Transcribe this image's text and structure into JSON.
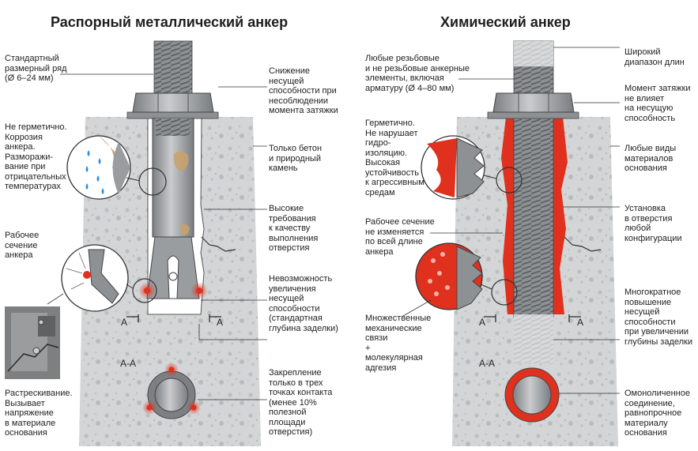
{
  "titles": {
    "left": "Распорный металлический анкер",
    "right": "Химический анкер"
  },
  "left_labels": {
    "standard_range": "Стандартный\nразмерный ряд\n(Ø 6–24 мм)",
    "not_sealed": "Не герметично.\nКоррозия\nанкера.\nРазморажи-\nвание при\nотрицательных\nтемпературах",
    "working_section": "Рабочее\nсечение\nанкера",
    "cracking": "Растрескивание.\nВызывает\nнапряжение\nв материале\nоснования",
    "reduced_capacity": "Снижение\nнесущей\nспособности при\nнесоблюдении\nмомента затяжки",
    "only_concrete": "Только бетон\nи природный\nкамень",
    "high_requirements": "Высокие\nтребования\nк качеству\nвыполнения\nотверстия",
    "no_increase": "Невозможность\nувеличения\nнесущей\nспособности\n(стандартная\nглубина заделки)",
    "three_points": "Закрепление\nтолько в трех\nточках контакта\n(менее 10%\nполезной\nплощади\nотверстия)",
    "section": "А-А",
    "mark_a": "А"
  },
  "right_labels": {
    "any_threaded": "Любые резьбовые\nи не резьбовые анкерные\nэлементы, включая\nарматуру (Ø 4–80 мм)",
    "sealed": "Герметично.\nНе нарушает\nгидро-\nизоляцию.\nВысокая\nустойчивость\nк агрессивным\nсредам",
    "working_section_same": "Рабочее сечение\nне изменяется\nпо всей длине\nанкера",
    "multiple_bonds": "Множественные\nмеханические\nсвязи\n+\nмолекулярная\nадгезия",
    "wide_range": "Широкий\nдиапазон длин",
    "torque_no_effect": "Момент затяжки\nне влияет\nна несущую\nспособность",
    "any_base": "Любые виды\nматериалов\nоснования",
    "any_hole": "Установка\nв отверстия\nлюбой\nконфигурации",
    "multiple_increase": "Многократное\nповышение\nнесущей\nспособности\nпри увеличении\nглубины заделки",
    "monolithic": "Омоноличенное\nсоединение,\nравнопрочное\nматериалу\nоснования",
    "section": "А-А",
    "mark_a": "А"
  },
  "colors": {
    "concrete": "#d2d4d5",
    "concrete_speck": "#b7babc",
    "steel": "#a6a9ac",
    "steel_dark": "#6f7274",
    "resin_red": "#e0301e",
    "rust": "#c9a26a",
    "water": "#2a8fd8",
    "leader": "#333333"
  }
}
